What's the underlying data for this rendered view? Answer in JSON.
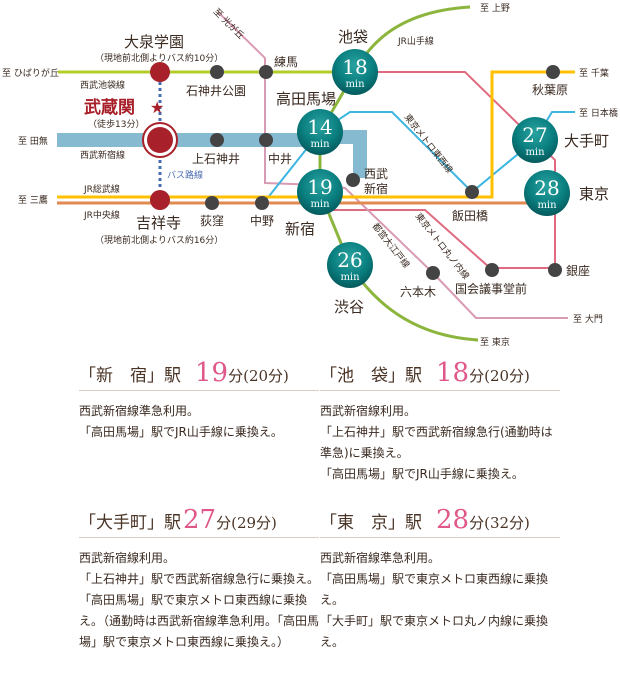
{
  "map": {
    "home": {
      "name": "武蔵関",
      "note": "（徒歩13分）"
    },
    "oizumi": {
      "name": "大泉学園",
      "note": "（現地前北側よりバス約10分）"
    },
    "kichijoji": {
      "name": "吉祥寺",
      "note": "（現地前北側よりバス約16分）"
    },
    "bus_label": "バス路線",
    "lines": {
      "ikebukuro": "西武池袋線",
      "shinjuku": "西武新宿線",
      "sobu": "JR総武線",
      "chuo": "JR中央線",
      "yamanote": "JR山手線",
      "tozai": "東京メトロ東西線",
      "marunouchi": "東京メトロ丸ノ内線",
      "oedo": "都営大江戸線"
    },
    "dest": {
      "hibarigaoka": "至 ひばりが丘",
      "tanashi": "至 田無",
      "mitaka": "至 三鷹",
      "hikarigaoka": "至 光が丘",
      "ueno": "至 上野",
      "chiba": "至 千葉",
      "nihonbashi": "至 日本橋",
      "daimon": "至 大門",
      "tokyo": "至 東京"
    },
    "stations": {
      "shakujii_koen": "石神井公園",
      "nerima": "練馬",
      "kamishakujii": "上石神井",
      "nakai": "中井",
      "ogikubo": "荻窪",
      "nakano": "中野",
      "seibu_shinjuku": [
        "西武",
        "新宿"
      ],
      "akihabara": "秋葉原",
      "iidabashi": "飯田橋",
      "roppongi": "六本木",
      "kokkai": "国会議事堂前",
      "ginza": "銀座"
    },
    "hubs": [
      {
        "name": "池袋",
        "minutes": "18",
        "unit": "min"
      },
      {
        "name": "高田馬場",
        "minutes": "14",
        "unit": "min"
      },
      {
        "name": "新宿",
        "minutes": "19",
        "unit": "min"
      },
      {
        "name": "渋谷",
        "minutes": "26",
        "unit": "min"
      },
      {
        "name": "大手町",
        "minutes": "27",
        "unit": "min"
      },
      {
        "name": "東京",
        "minutes": "28",
        "unit": "min"
      }
    ]
  },
  "cards": [
    {
      "station": "「新　宿」駅",
      "minutes": "19",
      "unit": "分",
      "alt": "(20分)",
      "lines": [
        "西武新宿線準急利用。",
        "「高田馬場」駅でJR山手線に乗換え。"
      ]
    },
    {
      "station": "「池　袋」駅",
      "minutes": "18",
      "unit": "分",
      "alt": "(20分)",
      "lines": [
        "西武新宿線利用。",
        "「上石神井」駅で西武新宿線急行(通勤時は準急)に乗換え。",
        "「高田馬場」駅でJR山手線に乗換え。"
      ]
    },
    {
      "station": "「大手町」駅",
      "minutes": "27",
      "unit": "分",
      "alt": "(29分)",
      "lines": [
        "西武新宿線利用。",
        "「上石神井」駅で西武新宿線急行に乗換え。",
        "「高田馬場」駅で東京メトロ東西線に乗換え。（通勤時は西武新宿線準急利用。「高田馬場」駅で東京メトロ東西線に乗換え。）"
      ]
    },
    {
      "station": "「東　京」駅",
      "minutes": "28",
      "unit": "分",
      "alt": "(32分)",
      "lines": [
        "西武新宿線準急利用。",
        "「高田馬場」駅で東京メトロ東西線に乗換え。",
        "「大手町」駅で東京メトロ丸ノ内線に乗換え。"
      ]
    }
  ],
  "colors": {
    "accent_pink": "#e0588a",
    "home_red": "#a8202a",
    "hub_teal": "#0a7f80"
  }
}
